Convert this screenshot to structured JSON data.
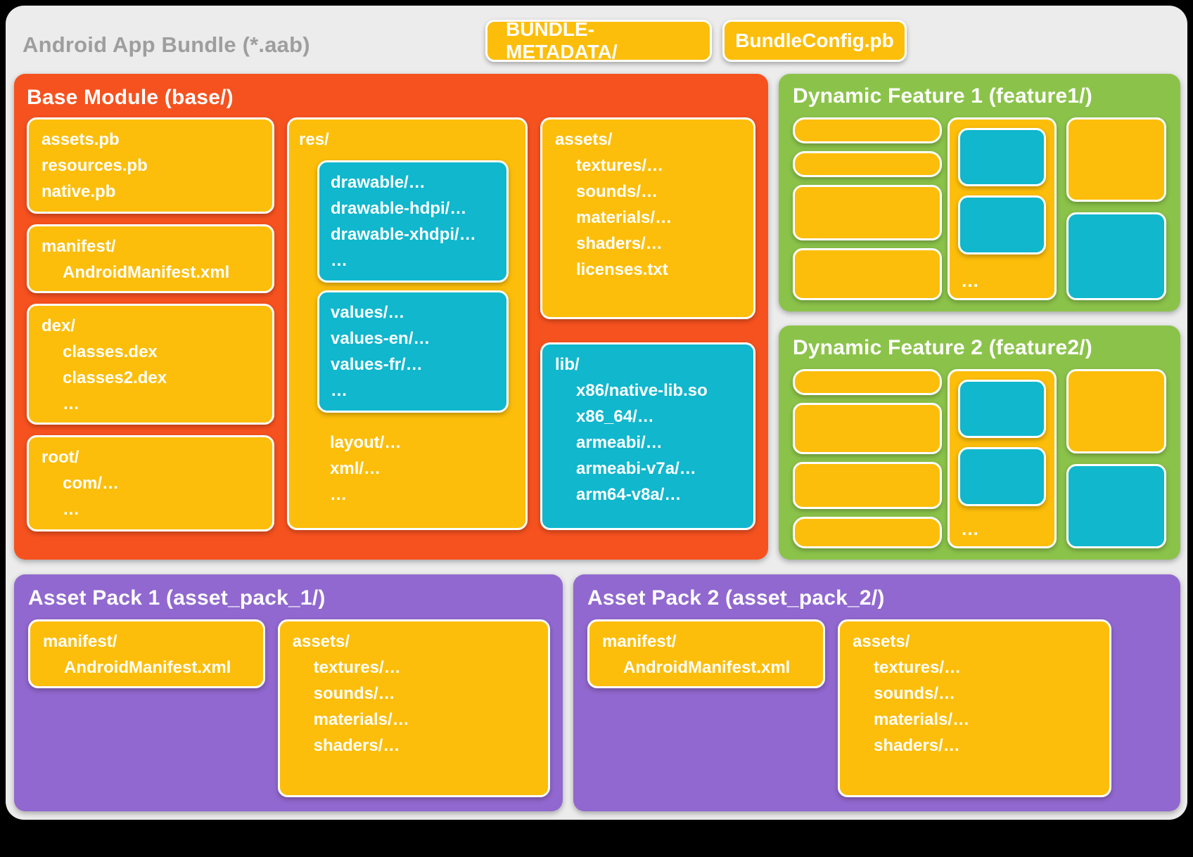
{
  "window": {
    "title": "Android App Bundle (*.aab)"
  },
  "top": {
    "bundle_metadata_label": "BUNDLE-METADATA/",
    "bundle_config_label": "BundleConfig.pb"
  },
  "base_module": {
    "title": "Base Module (base/)",
    "pb_files": {
      "lines": [
        "assets.pb",
        "resources.pb",
        "native.pb"
      ]
    },
    "manifest": {
      "header": "manifest/",
      "children": [
        "AndroidManifest.xml"
      ]
    },
    "dex": {
      "header": "dex/",
      "children": [
        "classes.dex",
        "classes2.dex",
        "…"
      ]
    },
    "root": {
      "header": "root/",
      "children": [
        "com/…",
        "…"
      ]
    },
    "res": {
      "header": "res/",
      "drawable": {
        "lines": [
          "drawable/…",
          "drawable-hdpi/…",
          "drawable-xhdpi/…",
          "…"
        ]
      },
      "values": {
        "lines": [
          "values/…",
          "values-en/…",
          "values-fr/…",
          "…"
        ]
      },
      "more": [
        "layout/…",
        "xml/…",
        "…"
      ]
    },
    "assets": {
      "header": "assets/",
      "children": [
        "textures/…",
        "sounds/…",
        "materials/…",
        "shaders/…",
        "licenses.txt"
      ]
    },
    "lib": {
      "header": "lib/",
      "children": [
        "x86/native-lib.so",
        "x86_64/…",
        "armeabi/…",
        "armeabi-v7a/…",
        "arm64-v8a/…"
      ]
    }
  },
  "dynamic_feature_1": {
    "title": "Dynamic Feature 1 (feature1/)",
    "more": "…"
  },
  "dynamic_feature_2": {
    "title": "Dynamic Feature 2 (feature2/)",
    "more": "…"
  },
  "asset_pack_1": {
    "title": "Asset Pack 1 (asset_pack_1/)",
    "manifest": {
      "header": "manifest/",
      "children": [
        "AndroidManifest.xml"
      ]
    },
    "assets": {
      "header": "assets/",
      "children": [
        "textures/…",
        "sounds/…",
        "materials/…",
        "shaders/…"
      ]
    }
  },
  "asset_pack_2": {
    "title": "Asset Pack 2 (asset_pack_2/)",
    "manifest": {
      "header": "manifest/",
      "children": [
        "AndroidManifest.xml"
      ]
    },
    "assets": {
      "header": "assets/",
      "children": [
        "textures/…",
        "sounds/…",
        "materials/…",
        "shaders/…"
      ]
    }
  },
  "colors": {
    "base_orange": "#F6521F",
    "folder_yellow": "#FCBE0A",
    "config_cyan": "#10B7CD",
    "feature_green": "#8BC34A",
    "asset_purple": "#9168CF",
    "panel_gray": "#ECECEC",
    "heading_gray": "#9E9E9E"
  }
}
